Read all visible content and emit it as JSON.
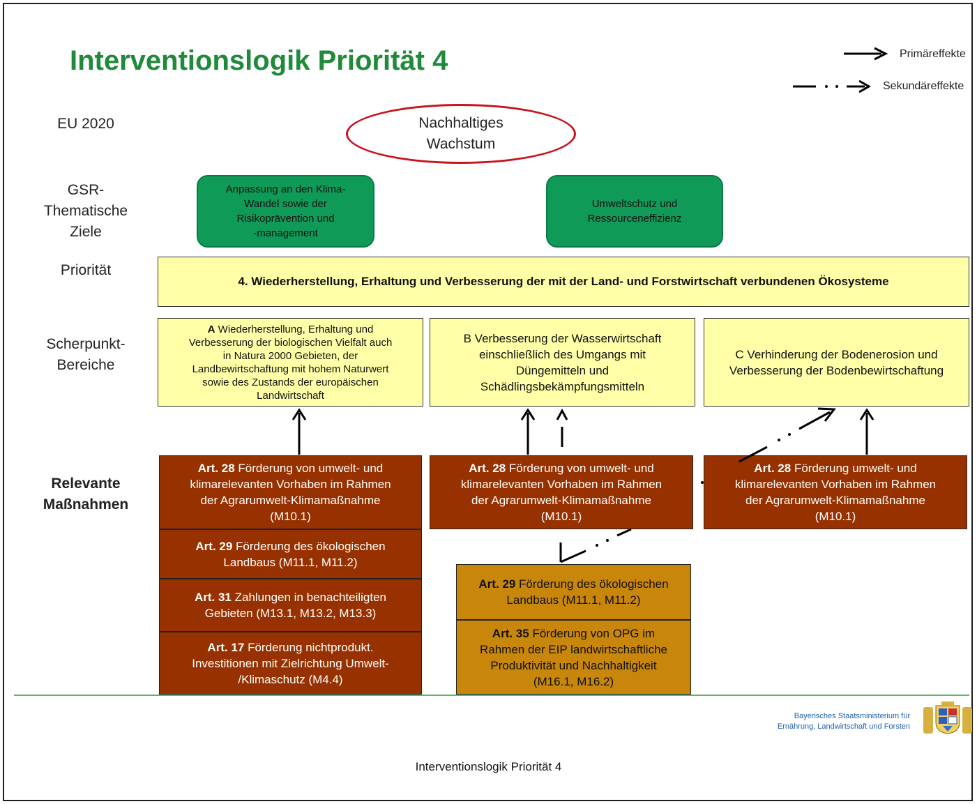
{
  "title": "Interventionslogik Priorität 4",
  "legend": {
    "primary_label": "Primäreffekte",
    "secondary_label": "Sekundäreffekte"
  },
  "row_labels": {
    "eu2020": "EU 2020",
    "gsr_line1": "GSR-",
    "gsr_line2": "Thematische",
    "gsr_line3": "Ziele",
    "prioritaet": "Priorität",
    "schwerpunkt_line1": "Scherpunkt-",
    "schwerpunkt_line2": "Bereiche",
    "massnahmen_line1": "Relevante",
    "massnahmen_line2": "Maßnahmen"
  },
  "eu_goal": {
    "line1": "Nachhaltiges",
    "line2": "Wachstum"
  },
  "thematic_goals": {
    "climate": {
      "line1": "Anpassung an den Klima-",
      "line2": "Wandel sowie der",
      "line3": "Risikoprävention und",
      "line4": "-management"
    },
    "environment": {
      "line1": "Umweltschutz und",
      "line2": "Ressourceneffizienz"
    }
  },
  "priority": "4. Wiederherstellung, Erhaltung und Verbesserung der mit der Land- und Forstwirtschaft  verbundenen Ökosysteme",
  "focus_areas": {
    "a": {
      "letter": "A",
      "line1": " Wiederherstellung, Erhaltung und",
      "line2": "Verbesserung der biologischen Vielfalt auch",
      "line3": "in Natura 2000 Gebieten, der",
      "line4": "Landbewirtschaftung mit hohem Naturwert",
      "line5": "sowie des Zustands der europäischen",
      "line6": "Landwirtschaft"
    },
    "b": {
      "line1": "B Verbesserung der Wasserwirtschaft",
      "line2": "einschließlich des Umgangs mit",
      "line3": "Düngemitteln und",
      "line4": "Schädlingsbekämpfungsmitteln"
    },
    "c": {
      "line1": "C Verhinderung der Bodenerosion und",
      "line2": "Verbesserung der Bodenbewirtschaftung"
    }
  },
  "measures": {
    "a_art28": {
      "art": "Art. 28",
      "l1": " Förderung  von  umwelt-  und",
      "l2": "klimarelevanten  Vorhaben im Rahmen",
      "l3": "der Agrarumwelt-Klimamaßnahme",
      "l4": "(M10.1)"
    },
    "a_art29": {
      "art": "Art. 29",
      "l1": " Förderung  des  ökologischen",
      "l2": "Landbaus  (M11.1, M11.2)"
    },
    "a_art31": {
      "art": "Art. 31",
      "l1": " Zahlungen  in benachteiligten",
      "l2": "Gebieten  (M13.1, M13.2, M13.3)"
    },
    "a_art17": {
      "art": "Art. 17",
      "l1": " Förderung  nichtprodukt.",
      "l2": "Investitionen  mit Zielrichtung  Umwelt-",
      "l3": "/Klimaschutz  (M4.4)"
    },
    "b_art28": {
      "art": "Art. 28",
      "l1": " Förderung  von  umwelt-  und",
      "l2": "klimarelevanten  Vorhaben im Rahmen",
      "l3": "der Agrarumwelt-Klimamaßnahme",
      "l4": "(M10.1)"
    },
    "c_art28": {
      "art": "Art. 28",
      "l1": " Förderung   umwelt-  und",
      "l2": "klimarelevanten  Vorhaben im Rahmen",
      "l3": "der Agrarumwelt-Klimamaßnahme",
      "l4": "(M10.1)"
    },
    "b_art29": {
      "art": "Art. 29",
      "l1": " Förderung  des  ökologischen",
      "l2": "Landbaus  (M11.1, M11.2)"
    },
    "b_art35": {
      "art": "Art. 35",
      "l1": " Förderung  von  OPG im",
      "l2": "Rahmen  der EIP landwirtschaftliche",
      "l3": "Produktivität  und Nachhaltigkeit",
      "l4": "(M16.1, M16.2)"
    }
  },
  "ministry": {
    "line1": "Bayerisches Staatsministerium für",
    "line2": "Ernährung, Landwirtschaft und Forsten"
  },
  "footer": "Interventionslogik Priorität 4",
  "colors": {
    "title": "#1e8a3a",
    "thematic_goal": "#0f9a58",
    "priority_box": "#ffffa8",
    "measure_primary": "#973200",
    "measure_secondary": "#c8860a",
    "ellipse_border": "#c8141e",
    "separator": "#2e9a3e"
  }
}
